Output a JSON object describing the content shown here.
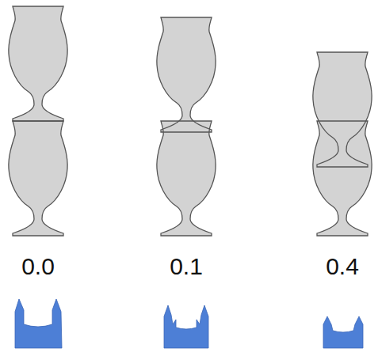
{
  "diagram": {
    "labels": [
      "0.0",
      "0.1",
      "0.4"
    ]
  }
}
